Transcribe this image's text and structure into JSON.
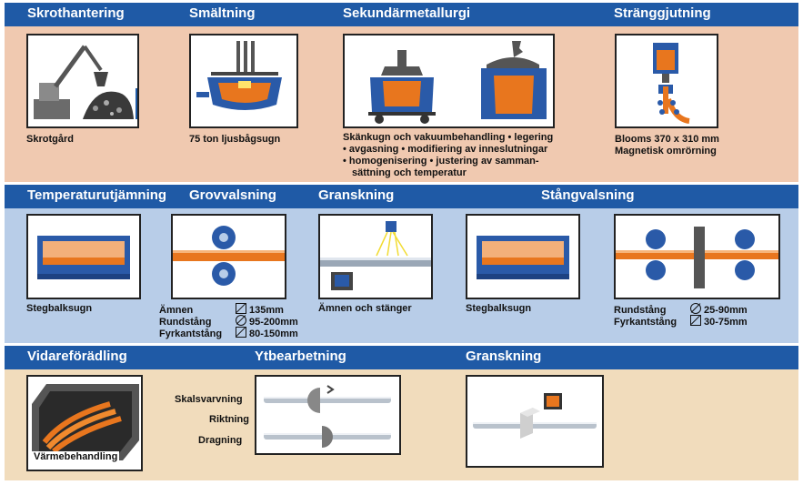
{
  "row1": {
    "titles": {
      "skrot": "Skrothantering",
      "smalt": "Smältning",
      "sekund": "Sekundärmetallurgi",
      "strang": "Stränggjutning"
    },
    "captions": {
      "skrot": "Skrotgård",
      "smalt": "75 ton ljusbågsugn",
      "sekund_1": "Skänkugn och vakuumbehandling • legering",
      "sekund_2": "• avgasning  • modifiering av inneslutningar",
      "sekund_3": "• homogenisering  • justering av samman-",
      "sekund_4": "sättning och temperatur",
      "strang_1": "Blooms 370 x 310 mm",
      "strang_2": "Magnetisk omrörning"
    }
  },
  "row2": {
    "titles": {
      "temp": "Temperaturutjämning",
      "grov": "Grovvalsning",
      "gransk": "Granskning",
      "stang": "Stångvalsning"
    },
    "captions": {
      "temp": "Stegbalksugn",
      "gransk": "Ämnen och stänger",
      "stang_ugn": "Stegbalksugn"
    },
    "grov_specs": [
      {
        "label": "Ämnen",
        "symbol": "square",
        "value": "135mm"
      },
      {
        "label": "Rundstång",
        "symbol": "circle",
        "value": "95-200mm"
      },
      {
        "label": "Fyrkantstång",
        "symbol": "square",
        "value": "80-150mm"
      }
    ],
    "stang_specs": [
      {
        "label": "Rundstång",
        "symbol": "circle",
        "value": "25-90mm"
      },
      {
        "label": "Fyrkantstång",
        "symbol": "square",
        "value": "30-75mm"
      }
    ]
  },
  "row3": {
    "titles": {
      "vidare": "Vidareförädling",
      "ytbe": "Ytbearbetning",
      "gransk": "Granskning"
    },
    "captions": {
      "vidare": "Värmebehandling",
      "skal": "Skalsvarvning",
      "rikt": "Riktning",
      "drag": "Dragning"
    }
  },
  "colors": {
    "header_blue": "#1f5aa6",
    "row1_bg": "#f0c9b0",
    "row2_bg": "#b8cde8",
    "row3_bg": "#f1dcbc",
    "steel_blue": "#2a5aa8",
    "molten": "#e8761e"
  }
}
